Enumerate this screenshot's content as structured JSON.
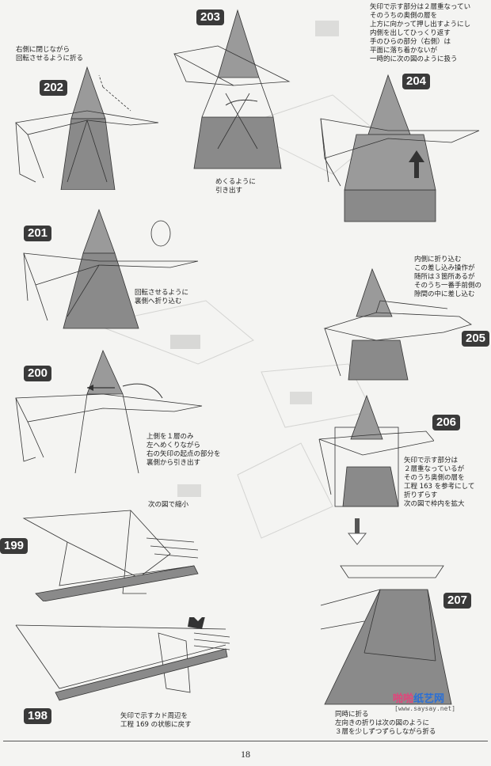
{
  "steps": {
    "s198": "198",
    "s199": "199",
    "s200": "200",
    "s201": "201",
    "s202": "202",
    "s203": "203",
    "s204": "204",
    "s205": "205",
    "s206": "206",
    "s207": "207"
  },
  "notes": {
    "n202": "右側に閉じながら\n回転させるように折る",
    "n203": "めくるように\n引き出す",
    "n204": "矢印で示す部分は２層重なってい\nそのうちの奥側の層を\n上方に向かって押し出すようにし\n内側を出してひっくり返す\n手のひらの部分（右側）は\n平面に落ち着かないが\n一時的に次の図のように扱う",
    "n201": "回転させるように\n裏側へ折り込む",
    "n205": "内側に折り込む\nこの差し込み操作が\n随所は３箇所あるが\nそのうち一番手前側の\n隙間の中に差し込む",
    "n200": "上側を１層のみ\n左へめくりながら\n右の矢印の起点の部分を\n裏側から引き出す",
    "n206": "矢印で示す部分は\n２層重なっているが\nそのうち奥側の層を\n工程 163 を参考にして\n折りずらす\n次の図で枠内を拡大",
    "n199": "次の図で縮小",
    "n198": "矢印で示すカド周辺を\n工程 169 の状態に戻す",
    "n207": "同時に折る\n左向きの折りは次の図のように\n３層を少しずつずらしながら折る"
  },
  "page_number": "18",
  "watermark": {
    "brand_a": "啪啪",
    "brand_b": "纸艺网",
    "url": "[www.saysay.net]"
  }
}
